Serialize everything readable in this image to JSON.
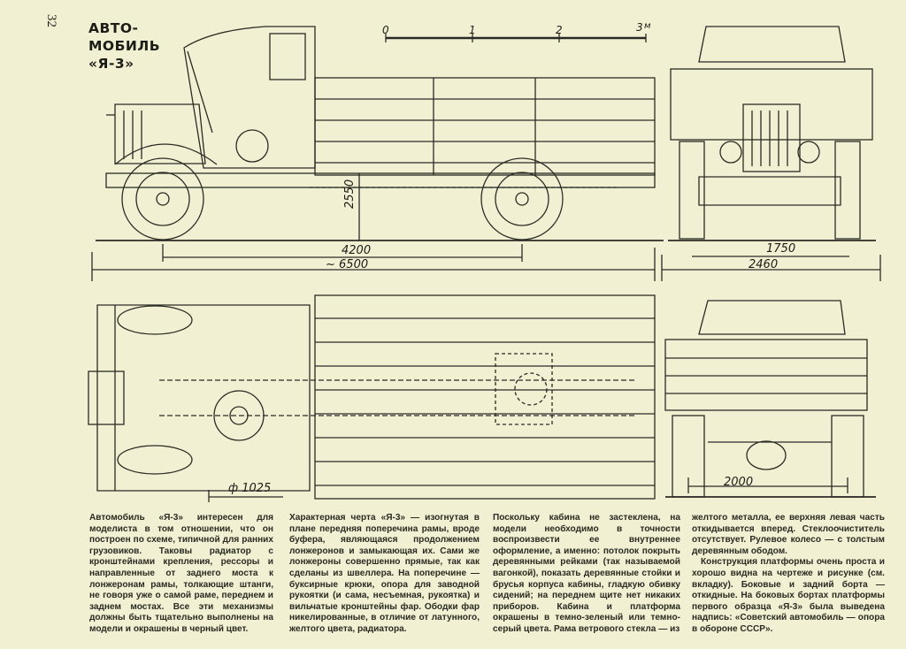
{
  "page_number": "32",
  "title_lines": [
    "АВТО-",
    "МОБИЛЬ",
    "«Я-3»"
  ],
  "scale": {
    "ticks": [
      "0",
      "1",
      "2",
      "3"
    ],
    "unit": "м"
  },
  "dimensions": {
    "height": "2550",
    "wheelbase": "4200",
    "length": "~ 6500",
    "track": "1750",
    "front_width": "2460",
    "rear_width": "2000",
    "wheel_diameter": "ф 1025"
  },
  "columns": [
    [
      "Автомобиль «Я-3» интересен для моделиста в том отношении, что он построен по схеме, типичной для ранних грузовиков. Таковы радиатор с кронштейнами крепления, рессоры и направленные от заднего моста к лонжеронам рамы, толкающие штанги, не говоря уже о самой раме, переднем и заднем мостах. Все эти механизмы должны быть тщательно выполнены на модели и окрашены в черный цвет."
    ],
    [
      "Характерная черта «Я-3» — изогнутая в плане передняя поперечина рамы, вроде буфера, являющаяся продолжением лонжеронов и замыкающая их. Сами же лонжероны совершенно прямые, так как сделаны из швеллера. На поперечине — буксирные крюки, опора для заводной рукоятки (и сама, несъемная, рукоятка) и вильчатые кронштейны фар. Ободки фар никелированные, в отличие от латунного, желтого цвета, радиатора."
    ],
    [
      "Поскольку кабина не застеклена, на модели необходимо в точности воспроизвести ее внутреннее оформление, а именно: потолок покрыть деревянными рейками (так называемой вагонкой), показать деревянные стойки и брусья корпуса кабины, гладкую обивку сидений; на переднем щите нет никаких приборов. Кабина и платформа окрашены в темно-зеленый или темно-серый цвета. Рама ветрового стекла — из"
    ],
    [
      "желтого металла, ее верхняя левая часть откидывается вперед. Стеклоочиститель отсутствует. Рулевое колесо — с толстым деревянным ободом.",
      "Конструкция платформы очень проста и хорошо видна на чертеже и рисунке (см. вкладку). Боковые и задний борта — откидные. На боковых бортах платформы первого образца «Я-3» была выведена надпись: «Советский автомобиль — опора в обороне СССР»."
    ]
  ]
}
